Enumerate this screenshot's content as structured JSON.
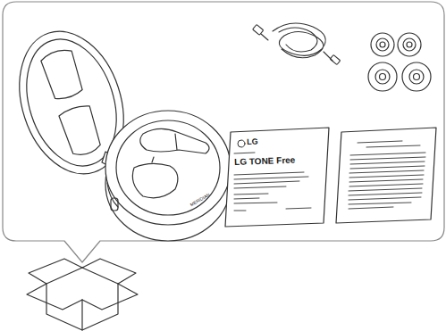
{
  "diagram": {
    "labels": [
      "LG",
      "LG TONE Free",
      "MERIDIAN"
    ]
  }
}
